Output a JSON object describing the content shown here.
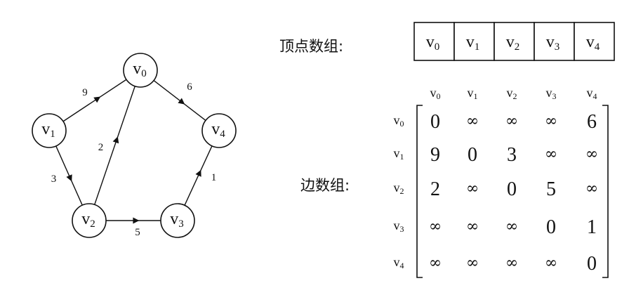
{
  "graph": {
    "nodes": [
      {
        "id": "v0",
        "label": "v",
        "sub": "0"
      },
      {
        "id": "v1",
        "label": "v",
        "sub": "1"
      },
      {
        "id": "v2",
        "label": "v",
        "sub": "2"
      },
      {
        "id": "v3",
        "label": "v",
        "sub": "3"
      },
      {
        "id": "v4",
        "label": "v",
        "sub": "4"
      }
    ],
    "edges": [
      {
        "from": "v1",
        "to": "v0",
        "weight": "9"
      },
      {
        "from": "v0",
        "to": "v4",
        "weight": "6"
      },
      {
        "from": "v1",
        "to": "v2",
        "weight": "3"
      },
      {
        "from": "v2",
        "to": "v0",
        "weight": "2"
      },
      {
        "from": "v2",
        "to": "v3",
        "weight": "5"
      },
      {
        "from": "v3",
        "to": "v4",
        "weight": "1"
      }
    ]
  },
  "vertex_array": {
    "label": "顶点数组:",
    "cells": [
      {
        "label": "v",
        "sub": "0"
      },
      {
        "label": "v",
        "sub": "1"
      },
      {
        "label": "v",
        "sub": "2"
      },
      {
        "label": "v",
        "sub": "3"
      },
      {
        "label": "v",
        "sub": "4"
      }
    ]
  },
  "edge_array": {
    "label": "边数组:",
    "col_headers": [
      {
        "label": "v",
        "sub": "0"
      },
      {
        "label": "v",
        "sub": "1"
      },
      {
        "label": "v",
        "sub": "2"
      },
      {
        "label": "v",
        "sub": "3"
      },
      {
        "label": "v",
        "sub": "4"
      }
    ],
    "row_headers": [
      {
        "label": "v",
        "sub": "0"
      },
      {
        "label": "v",
        "sub": "1"
      },
      {
        "label": "v",
        "sub": "2"
      },
      {
        "label": "v",
        "sub": "3"
      },
      {
        "label": "v",
        "sub": "4"
      }
    ],
    "matrix": [
      [
        "0",
        "∞",
        "∞",
        "∞",
        "6"
      ],
      [
        "9",
        "0",
        "3",
        "∞",
        "∞"
      ],
      [
        "2",
        "∞",
        "0",
        "5",
        "∞"
      ],
      [
        "∞",
        "∞",
        "∞",
        "0",
        "1"
      ],
      [
        "∞",
        "∞",
        "∞",
        "∞",
        "0"
      ]
    ]
  }
}
